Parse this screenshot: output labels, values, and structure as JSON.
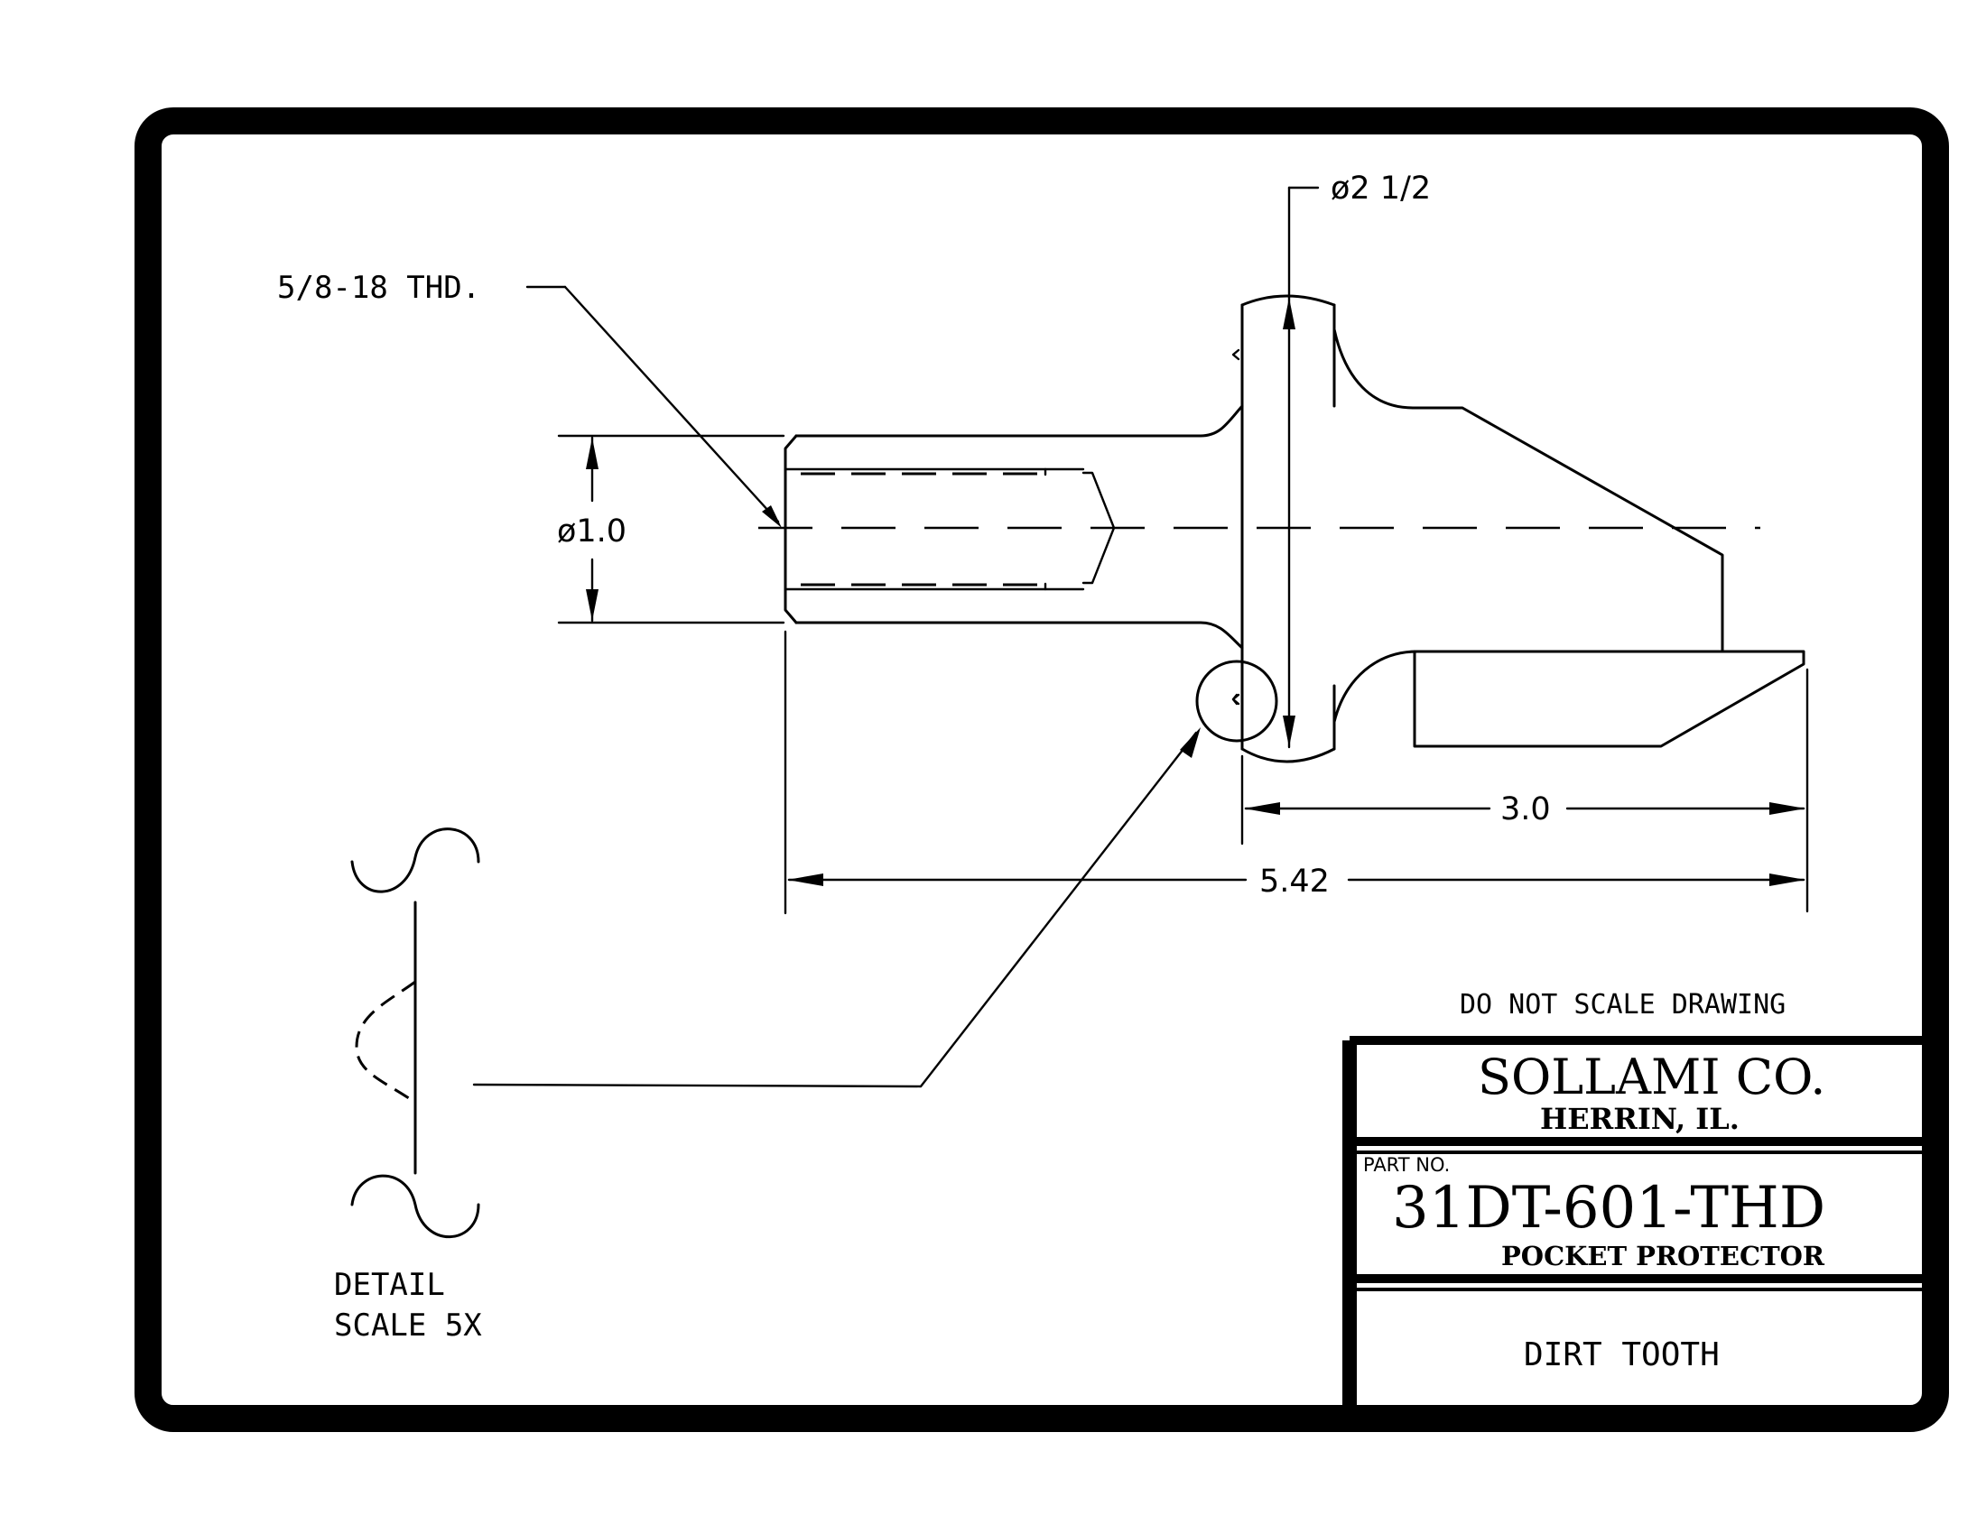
{
  "dimensions": {
    "thread_callout": "5/8-18 THD.",
    "head_diameter": "ø2 1/2",
    "shank_diameter": "ø1.0",
    "tip_length": "3.0",
    "overall_length": "5.42"
  },
  "detail": {
    "line1": "DETAIL",
    "line2": "SCALE 5X"
  },
  "note": "DO NOT SCALE DRAWING",
  "title_block": {
    "company": "SOLLAMI CO.",
    "location": "HERRIN, IL.",
    "part_no_label": "PART NO.",
    "part_no": "31DT-601-THD",
    "part_desc": "POCKET PROTECTOR",
    "title": "DIRT TOOTH"
  }
}
